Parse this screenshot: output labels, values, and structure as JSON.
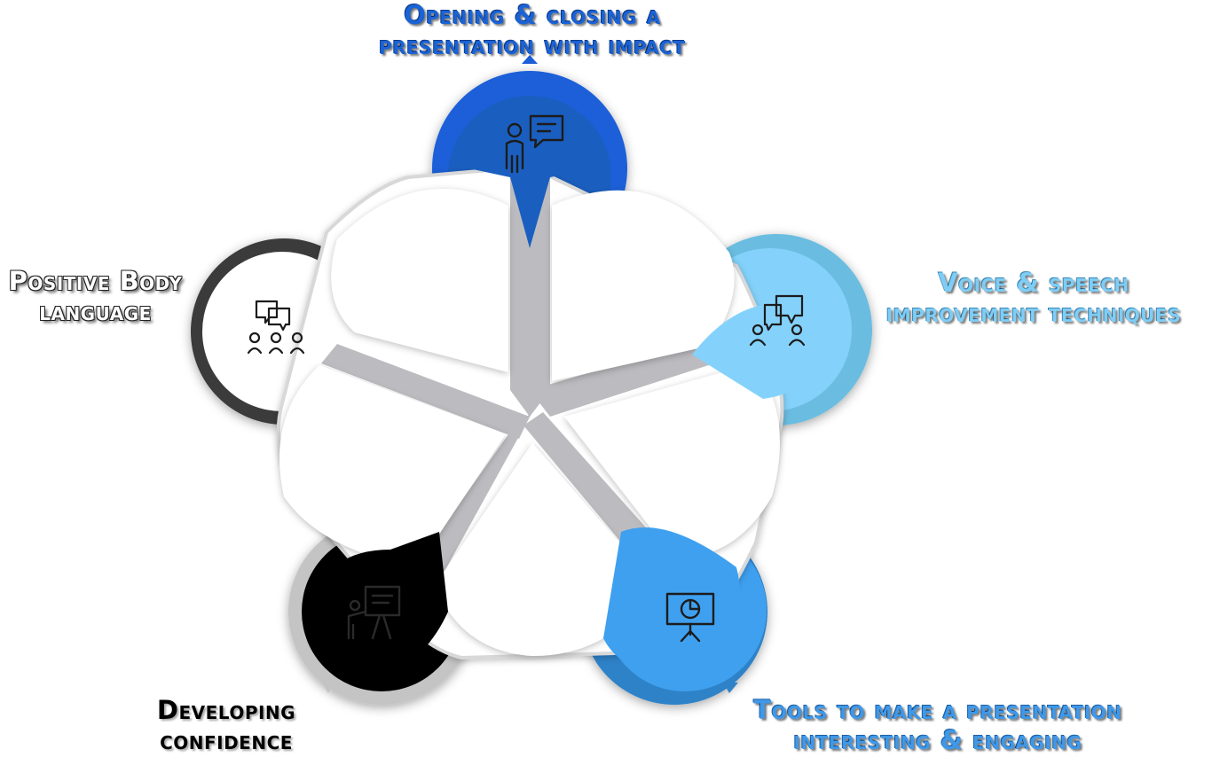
{
  "segments": [
    {
      "id": "top",
      "lines": [
        "Opening & closing a",
        "presentation with impact"
      ],
      "outer_color": "#1b5ed8",
      "inner_color": "#1a5fc0",
      "icon": "presenter-speech-bubble-icon"
    },
    {
      "id": "right",
      "lines": [
        "Voice & speech",
        "improvement techniques"
      ],
      "outer_color": "#6bbde0",
      "inner_color": "#84d2fb",
      "icon": "conversation-people-icon"
    },
    {
      "id": "bottom-right",
      "lines": [
        "Tools to make a presentation",
        "interesting & engaging"
      ],
      "outer_color": "#2f82c8",
      "inner_color": "#3fa0ef",
      "icon": "presentation-easel-chart-icon"
    },
    {
      "id": "bottom-left",
      "lines": [
        "Developing",
        "confidence"
      ],
      "outer_color": "#c4c4c4",
      "inner_color": "#000000",
      "icon": "presenter-whiteboard-icon"
    },
    {
      "id": "left",
      "lines": [
        "Positive Body",
        "language"
      ],
      "outer_color": "#3a3a3a",
      "inner_color": "#ffffff",
      "icon": "group-discussion-icon"
    }
  ]
}
